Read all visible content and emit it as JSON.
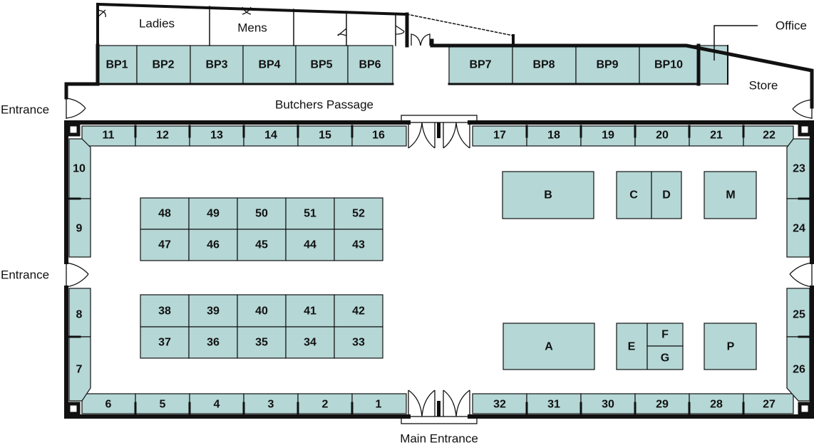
{
  "colors": {
    "stall_fill": "#b5d7d6",
    "wall": "#111111",
    "background": "#ffffff"
  },
  "labels": {
    "entrance_left_top": "Entrance",
    "entrance_left_mid": "Entrance",
    "main_entrance": "Main Entrance",
    "butchers_passage": "Butchers Passage",
    "office": "Office",
    "store": "Store",
    "ladies": "Ladies",
    "mens": "Mens"
  },
  "stalls": {
    "butchers": [
      "BP1",
      "BP2",
      "BP3",
      "BP4",
      "BP5",
      "BP6",
      "BP7",
      "BP8",
      "BP9",
      "BP10"
    ],
    "top_row_left": [
      "11",
      "12",
      "13",
      "14",
      "15",
      "16"
    ],
    "top_row_right": [
      "17",
      "18",
      "19",
      "20",
      "21",
      "22"
    ],
    "bottom_row_left": [
      "6",
      "5",
      "4",
      "3",
      "2",
      "1"
    ],
    "bottom_row_right": [
      "32",
      "31",
      "30",
      "29",
      "28",
      "27"
    ],
    "left_side": [
      "10",
      "9",
      "8",
      "7"
    ],
    "right_side": [
      "23",
      "24",
      "25",
      "26"
    ],
    "block_upper_top": [
      "48",
      "49",
      "50",
      "51",
      "52"
    ],
    "block_upper_bottom": [
      "47",
      "46",
      "45",
      "44",
      "43"
    ],
    "block_lower_top": [
      "38",
      "39",
      "40",
      "41",
      "42"
    ],
    "block_lower_bottom": [
      "37",
      "36",
      "35",
      "34",
      "33"
    ],
    "island": [
      "B",
      "C",
      "D",
      "M",
      "A",
      "E",
      "F",
      "G",
      "P"
    ]
  }
}
